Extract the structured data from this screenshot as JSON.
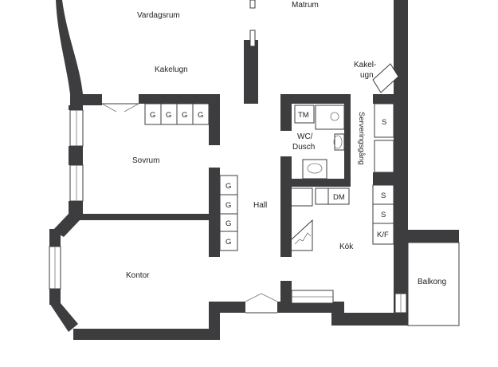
{
  "rooms": {
    "vardagsrum": "Vardagsrum",
    "matrum": "Matrum",
    "kakelugn": "Kakelugn",
    "kakelugn2_line1": "Kakel-",
    "kakelugn2_line2": "ugn",
    "sovrum": "Sovrum",
    "hall": "Hall",
    "kok": "Kök",
    "kontor": "Kontor",
    "balkong": "Balkong",
    "wc_line1": "WC/",
    "wc_line2": "Dusch",
    "serveringsgang": "Serveringsgång"
  },
  "fixtures": {
    "tm": "TM",
    "dm": "DM",
    "kf": "K/F",
    "s": "S",
    "g": "G"
  },
  "colors": {
    "wall": "#3d3d3f",
    "background": "#ffffff"
  }
}
